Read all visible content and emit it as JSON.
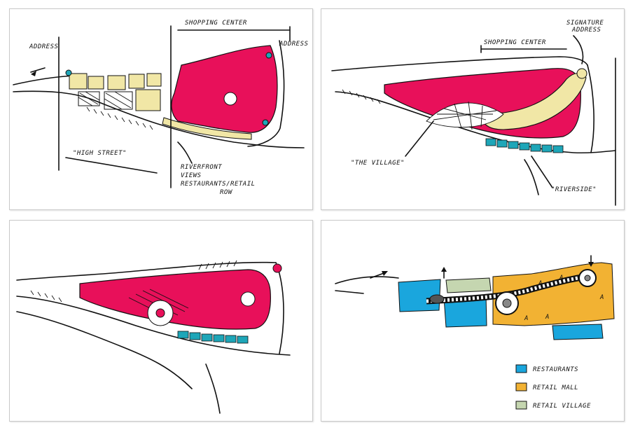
{
  "colors": {
    "magenta": "#e8105a",
    "cream": "#f1e7a6",
    "teal": "#1ea6b8",
    "blue": "#1aa6dd",
    "orange": "#f2b233",
    "sage": "#c5d6b0",
    "ink": "#111111"
  },
  "panel1": {
    "label_address": "ADDRESS",
    "label_shopping_center": "SHOPPING CENTER",
    "label_address_right": "ADDRESS",
    "label_high_street": "\"HIGH STREET\"",
    "label_riverfront_1": "RIVERFRONT",
    "label_riverfront_2": "VIEWS",
    "label_riverfront_3": "RESTAURANTS/RETAIL",
    "label_riverfront_4": "ROW"
  },
  "panel2": {
    "label_signature_1": "SIGNATURE",
    "label_signature_2": "ADDRESS",
    "label_shopping_center": "SHOPPING CENTER",
    "label_village": "\"THE VILLAGE\"",
    "label_riverside": "\"RIVERSIDE\""
  },
  "panel4": {
    "anchor_letter": "A",
    "legend": [
      {
        "label": "RESTAURANTS",
        "color": "#1aa6dd"
      },
      {
        "label": "RETAIL MALL",
        "color": "#f2b233"
      },
      {
        "label": "RETAIL VILLAGE",
        "color": "#c5d6b0"
      }
    ]
  }
}
